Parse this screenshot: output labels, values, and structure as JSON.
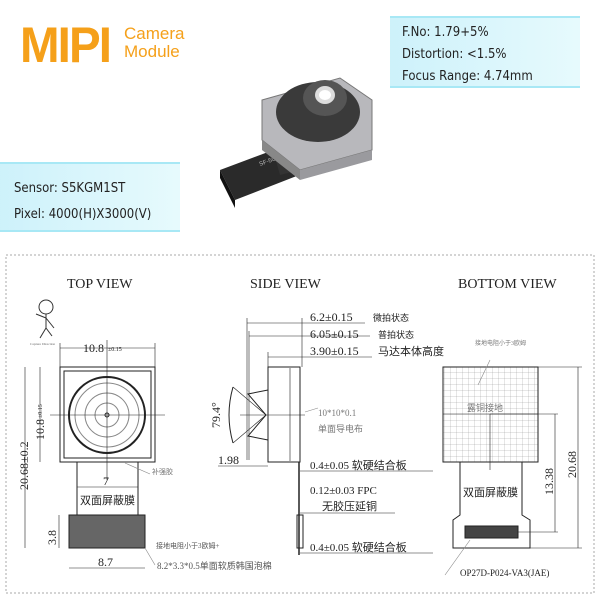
{
  "header": {
    "logo_text": "MIPI",
    "logo_sub_line1": "Camera",
    "logo_sub_line2": "Module",
    "brand_color": "#f5a01a"
  },
  "specs_right": [
    "F.No: 1.79+5%",
    "Distortion: <1.5%",
    "Focus Range: 4.74mm"
  ],
  "specs_left": [
    "Sensor: S5KGM1ST",
    "Pixel: 4000(H)X3000(V)"
  ],
  "product": {
    "flex_marking": "SF-5GM1-A65-B"
  },
  "drawing": {
    "top_view": {
      "title": "TOP VIEW",
      "capture_direction": "Capture Direction",
      "width_dim": "10.8",
      "width_tol": "±0.15",
      "height_dim": "10.8",
      "height_tol": "±0.15",
      "total_height": "20.68±0.2",
      "flex_width": "7",
      "shield_label": "双面屏蔽膜",
      "stiffener_label": "补强胶",
      "connector_height": "3.8",
      "connector_width": "8.7",
      "ground_note": "接地电阻小于3欧姆+",
      "foam_note": "8.2*3.3*0.5单面软质韩国泡棉"
    },
    "side_view": {
      "title": "SIDE VIEW",
      "dims": [
        {
          "value": "6.2±0.15",
          "note": "微拍状态"
        },
        {
          "value": "6.05±0.15",
          "note": "普拍状态"
        },
        {
          "value": "3.90±0.15",
          "note": "马达本体高度"
        }
      ],
      "fov": "79.4°",
      "lens_offset": "1.98",
      "cloth_size": "10*10*0.1",
      "cloth_label": "单面导电布",
      "board1": "0.4±0.05 软硬结合板",
      "fpc": "0.12±0.03 FPC",
      "fpc_note": "无胶压延铜",
      "board2": "0.4±0.05 软硬结合板"
    },
    "bottom_view": {
      "title": "BOTTOM VIEW",
      "ground_note": "接地电阻小于3欧姆",
      "copper_label": "露铜接地",
      "shield_label": "双面屏蔽膜",
      "dim_13": "13.38",
      "dim_total": "20.68",
      "connector_part": "OP27D-P024-VA3(JAE)"
    }
  }
}
